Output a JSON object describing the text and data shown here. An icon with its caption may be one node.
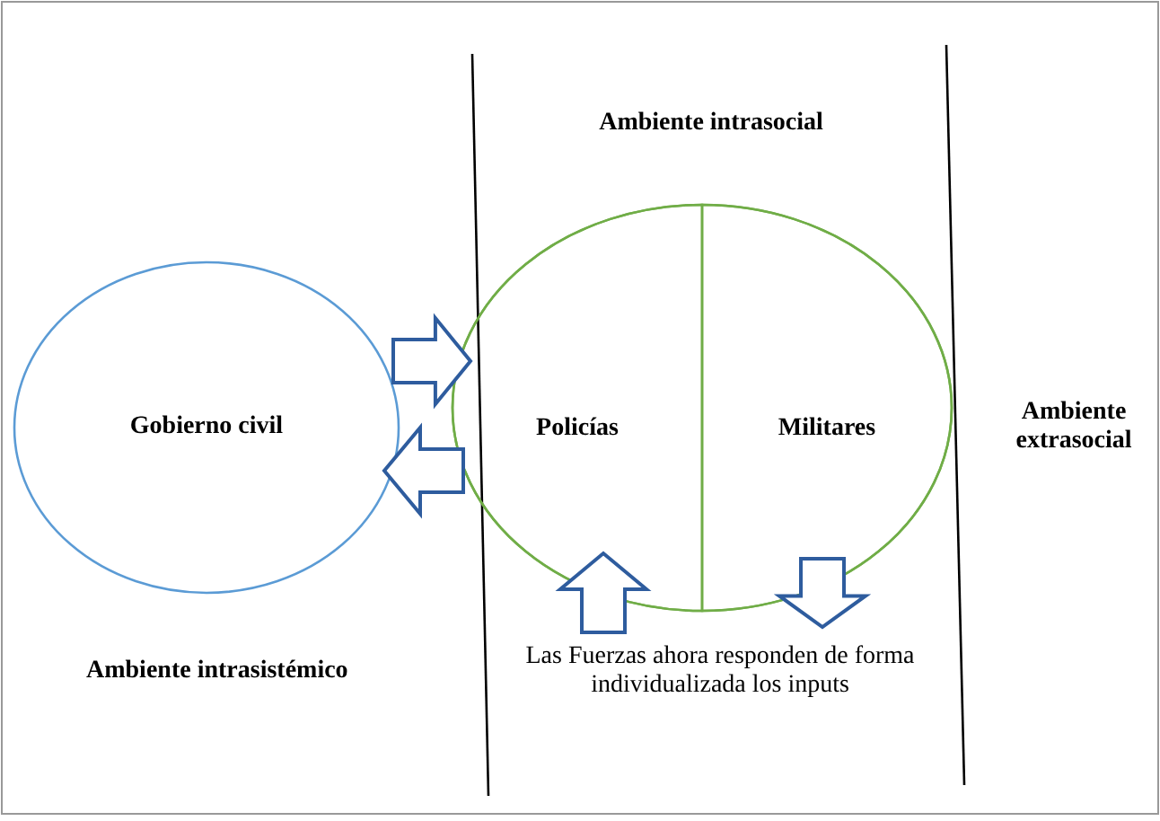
{
  "diagram": {
    "nodes": [
      {
        "text": [
          "Gobierno civil"
        ]
      },
      {
        "text": [],
        "shape": "circle"
      },
      {
        "text": [
          "Policías"
        ],
        "in": 1
      },
      {
        "text": [
          "Militares"
        ],
        "in": 1
      },
      {
        "text": [
          "Las Fuerzas ahora responden de forma individualizada los inputs"
        ]
      }
    ],
    "edges": [
      {
        "from": 0,
        "to": 1,
        "arrow": "to"
      },
      {
        "from": 1,
        "to": 0,
        "arrow": "to"
      },
      {
        "from": 4,
        "to": 2,
        "arrow": "to"
      },
      {
        "from": 3,
        "to": 4,
        "arrow": "to"
      }
    ],
    "labels": [
      "Ambiente intrasocial",
      "Ambiente extrasocial",
      "Ambiente intrasistémico"
    ]
  }
}
